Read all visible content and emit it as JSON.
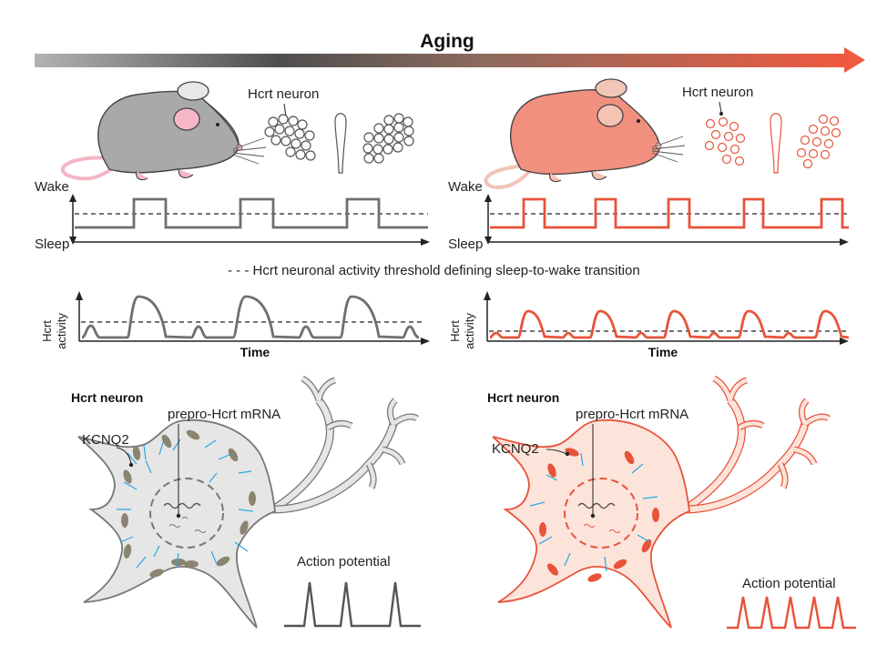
{
  "header": {
    "title": "Aging"
  },
  "panels": {
    "young": {
      "neuron_cluster_label": "Hcrt neuron",
      "wake_label": "Wake",
      "sleep_label": "Sleep",
      "activity_label_line1": "Hcrt",
      "activity_label_line2": "activity",
      "time_label": "Time",
      "neuron_title": "Hcrt neuron",
      "mrna_label": "prepro-Hcrt mRNA",
      "channel_label": "KCNQ2",
      "ap_label": "Action potential"
    },
    "aged": {
      "neuron_cluster_label": "Hcrt neuron",
      "wake_label": "Wake",
      "sleep_label": "Sleep",
      "activity_label_line1": "Hcrt",
      "activity_label_line2": "activity",
      "time_label": "Time",
      "neuron_title": "Hcrt neuron",
      "mrna_label": "prepro-Hcrt mRNA",
      "channel_label": "KCNQ2",
      "ap_label": "Action potential"
    }
  },
  "legend": {
    "threshold_text": "- - - Hcrt neuronal activity threshold defining sleep-to-wake transition"
  },
  "colors": {
    "young_fill": "#a3a3a3",
    "young_line": "#6f6f6f",
    "aged_fill": "#f2897a",
    "aged_line": "#e8533a",
    "aged_cell_fill": "#fde4db",
    "young_cell_fill": "#e6e6e6",
    "channel_young": "#8a8470",
    "channel_aged": "#e8533a",
    "receptor": "#2aa7e0",
    "arrow_start": "#a8a8a8",
    "arrow_end": "#ef5a40"
  },
  "icons": [
    "mouse-icon",
    "neuron-cluster-icon",
    "neuron-cell-icon",
    "ion-channel-icon",
    "receptor-arrow-icon"
  ]
}
